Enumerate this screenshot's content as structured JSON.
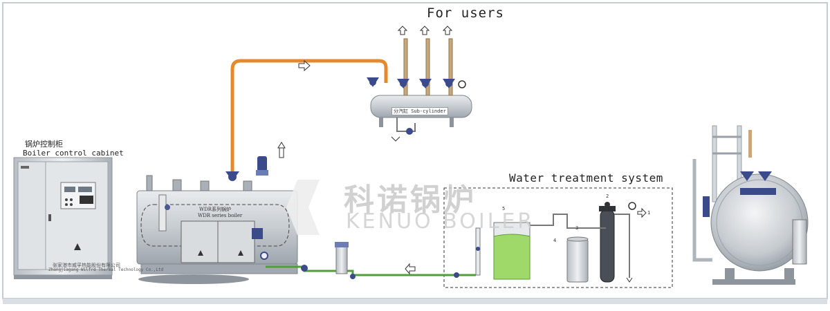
{
  "labels": {
    "for_users": "For users",
    "water_treatment": "Water treatment system",
    "cabinet_cn": "锅炉控制柜",
    "cabinet_en": "Boiler control cabinet",
    "boiler_cn": "WDR系列锅炉",
    "boiler_en": "WDR series boiler",
    "sub_cylinder": "分汽缸 Sub-cylinder",
    "cabinet_maker_cn": "张家港市威孚热能股份有限公司",
    "cabinet_maker_en": "Zhangjiagang Wilfrd Thermal Technology Co.,Ltd"
  },
  "watermark": {
    "cn": "科诺锅炉",
    "en": "KENUO BOILER"
  },
  "component_numbers": [
    "1",
    "2",
    "3",
    "4",
    "5"
  ],
  "colors": {
    "steam_pipe": "#e48a2c",
    "water_pipe": "#4f9e3a",
    "tank_water": "#9fd96a",
    "valve": "#3b4a8a",
    "frame": "#b9c4cc"
  }
}
